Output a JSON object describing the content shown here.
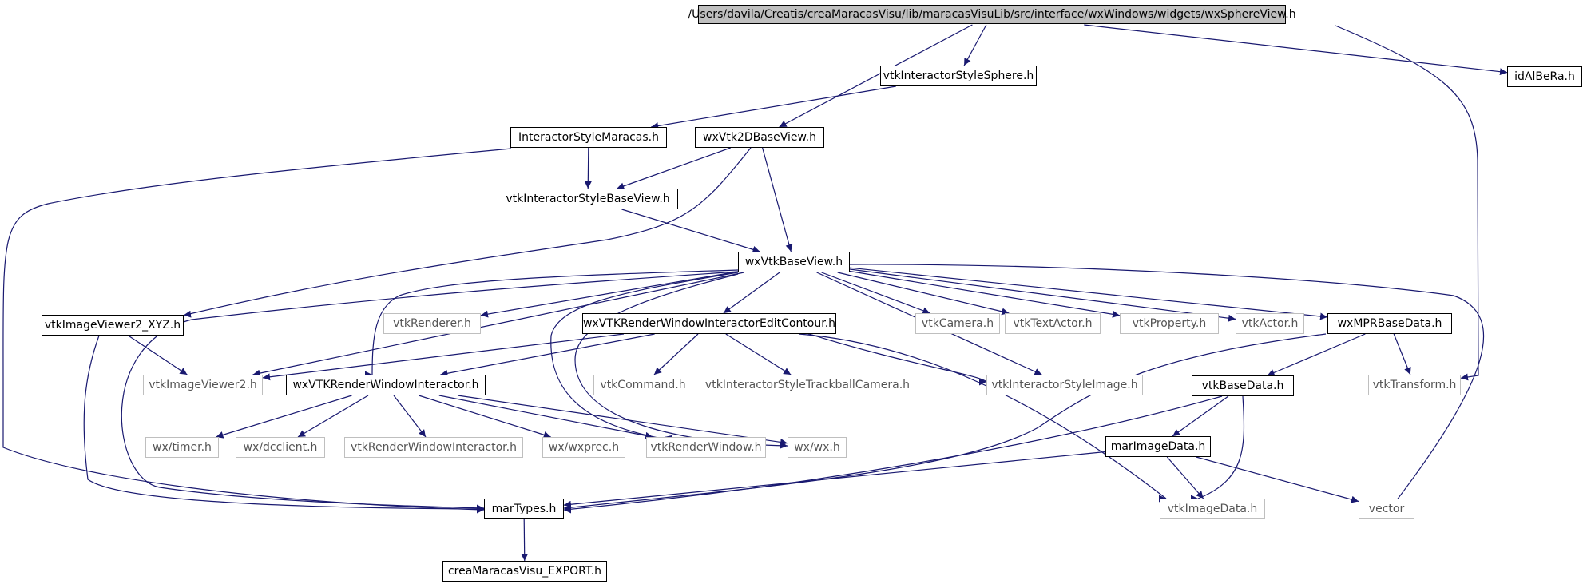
{
  "diagram": {
    "type": "include-dependency-graph",
    "colors": {
      "edge": "#191970",
      "node_border": "#000000",
      "external_border": "#bfbfbf",
      "root_fill": "#bfbfbf",
      "external_text": "#555555"
    },
    "nodes": [
      {
        "id": "root",
        "label": "/Users/davila/Creatis/creaMaracasVisu/lib/maracasVisuLib/src/interface/wxWindows/widgets/wxSphereView.h",
        "kind": "root"
      },
      {
        "id": "ViSphere",
        "label": "vtkInteractorStyleSphere.h",
        "kind": "documented"
      },
      {
        "id": "idAlBeRa",
        "label": "idAlBeRa.h",
        "kind": "documented"
      },
      {
        "id": "ISMaracas",
        "label": "InteractorStyleMaracas.h",
        "kind": "documented"
      },
      {
        "id": "wx2D",
        "label": "wxVtk2DBaseView.h",
        "kind": "documented"
      },
      {
        "id": "ISBase",
        "label": "vtkInteractorStyleBaseView.h",
        "kind": "documented"
      },
      {
        "id": "wxVBV",
        "label": "wxVtkBaseView.h",
        "kind": "documented"
      },
      {
        "id": "IV2XYZ",
        "label": "vtkImageViewer2_XYZ.h",
        "kind": "documented"
      },
      {
        "id": "vRenderer",
        "label": "vtkRenderer.h",
        "kind": "external"
      },
      {
        "id": "wxEC",
        "label": "wxVTKRenderWindowInteractorEditContour.h",
        "kind": "documented"
      },
      {
        "id": "vCamera",
        "label": "vtkCamera.h",
        "kind": "external"
      },
      {
        "id": "vTextActor",
        "label": "vtkTextActor.h",
        "kind": "external"
      },
      {
        "id": "vProperty",
        "label": "vtkProperty.h",
        "kind": "external"
      },
      {
        "id": "vActor",
        "label": "vtkActor.h",
        "kind": "external"
      },
      {
        "id": "wxMPR",
        "label": "wxMPRBaseData.h",
        "kind": "documented"
      },
      {
        "id": "vIV2",
        "label": "vtkImageViewer2.h",
        "kind": "external"
      },
      {
        "id": "wxRWI",
        "label": "wxVTKRenderWindowInteractor.h",
        "kind": "documented"
      },
      {
        "id": "vCommand",
        "label": "vtkCommand.h",
        "kind": "external"
      },
      {
        "id": "vISTC",
        "label": "vtkInteractorStyleTrackballCamera.h",
        "kind": "external"
      },
      {
        "id": "vISI",
        "label": "vtkInteractorStyleImage.h",
        "kind": "external"
      },
      {
        "id": "vBD",
        "label": "vtkBaseData.h",
        "kind": "documented"
      },
      {
        "id": "vTransform",
        "label": "vtkTransform.h",
        "kind": "external"
      },
      {
        "id": "wxTimer",
        "label": "wx/timer.h",
        "kind": "external"
      },
      {
        "id": "wxDC",
        "label": "wx/dcclient.h",
        "kind": "external"
      },
      {
        "id": "vRWI",
        "label": "vtkRenderWindowInteractor.h",
        "kind": "external"
      },
      {
        "id": "wxPrec",
        "label": "wx/wxprec.h",
        "kind": "external"
      },
      {
        "id": "vRW",
        "label": "vtkRenderWindow.h",
        "kind": "external"
      },
      {
        "id": "wxWx",
        "label": "wx/wx.h",
        "kind": "external"
      },
      {
        "id": "marID",
        "label": "marImageData.h",
        "kind": "documented"
      },
      {
        "id": "marTypes",
        "label": "marTypes.h",
        "kind": "documented"
      },
      {
        "id": "vID",
        "label": "vtkImageData.h",
        "kind": "external"
      },
      {
        "id": "vector",
        "label": "vector",
        "kind": "external"
      },
      {
        "id": "export",
        "label": "creaMaracasVisu_EXPORT.h",
        "kind": "documented"
      }
    ],
    "edges": [
      [
        "root",
        "ViSphere"
      ],
      [
        "root",
        "wx2D"
      ],
      [
        "root",
        "idAlBeRa"
      ],
      [
        "root",
        "vTransform"
      ],
      [
        "ViSphere",
        "ISMaracas"
      ],
      [
        "ISMaracas",
        "ISBase"
      ],
      [
        "ISMaracas",
        "marTypes"
      ],
      [
        "wx2D",
        "ISBase"
      ],
      [
        "wx2D",
        "wxVBV"
      ],
      [
        "wx2D",
        "IV2XYZ"
      ],
      [
        "ISBase",
        "wxVBV"
      ],
      [
        "wxVBV",
        "vRenderer"
      ],
      [
        "wxVBV",
        "wxEC"
      ],
      [
        "wxVBV",
        "vCamera"
      ],
      [
        "wxVBV",
        "vTextActor"
      ],
      [
        "wxVBV",
        "vProperty"
      ],
      [
        "wxVBV",
        "vActor"
      ],
      [
        "wxVBV",
        "wxMPR"
      ],
      [
        "wxVBV",
        "vIV2"
      ],
      [
        "wxVBV",
        "wxRWI"
      ],
      [
        "wxVBV",
        "vISI"
      ],
      [
        "wxVBV",
        "vRW"
      ],
      [
        "wxVBV",
        "wxWx"
      ],
      [
        "wxVBV",
        "marTypes"
      ],
      [
        "wxVBV",
        "vector"
      ],
      [
        "IV2XYZ",
        "vIV2"
      ],
      [
        "IV2XYZ",
        "marTypes"
      ],
      [
        "wxEC",
        "vIV2"
      ],
      [
        "wxEC",
        "wxRWI"
      ],
      [
        "wxEC",
        "vCommand"
      ],
      [
        "wxEC",
        "vISTC"
      ],
      [
        "wxEC",
        "vISI"
      ],
      [
        "wxEC",
        "vID"
      ],
      [
        "wxMPR",
        "vBD"
      ],
      [
        "wxMPR",
        "vTransform"
      ],
      [
        "wxMPR",
        "marTypes"
      ],
      [
        "wxRWI",
        "wxTimer"
      ],
      [
        "wxRWI",
        "wxDC"
      ],
      [
        "wxRWI",
        "vRWI"
      ],
      [
        "wxRWI",
        "wxPrec"
      ],
      [
        "wxRWI",
        "vRW"
      ],
      [
        "wxRWI",
        "wxWx"
      ],
      [
        "vBD",
        "marID"
      ],
      [
        "vBD",
        "vID"
      ],
      [
        "vBD",
        "marTypes"
      ],
      [
        "marID",
        "marTypes"
      ],
      [
        "marID",
        "vID"
      ],
      [
        "marID",
        "vector"
      ],
      [
        "marTypes",
        "export"
      ]
    ]
  }
}
